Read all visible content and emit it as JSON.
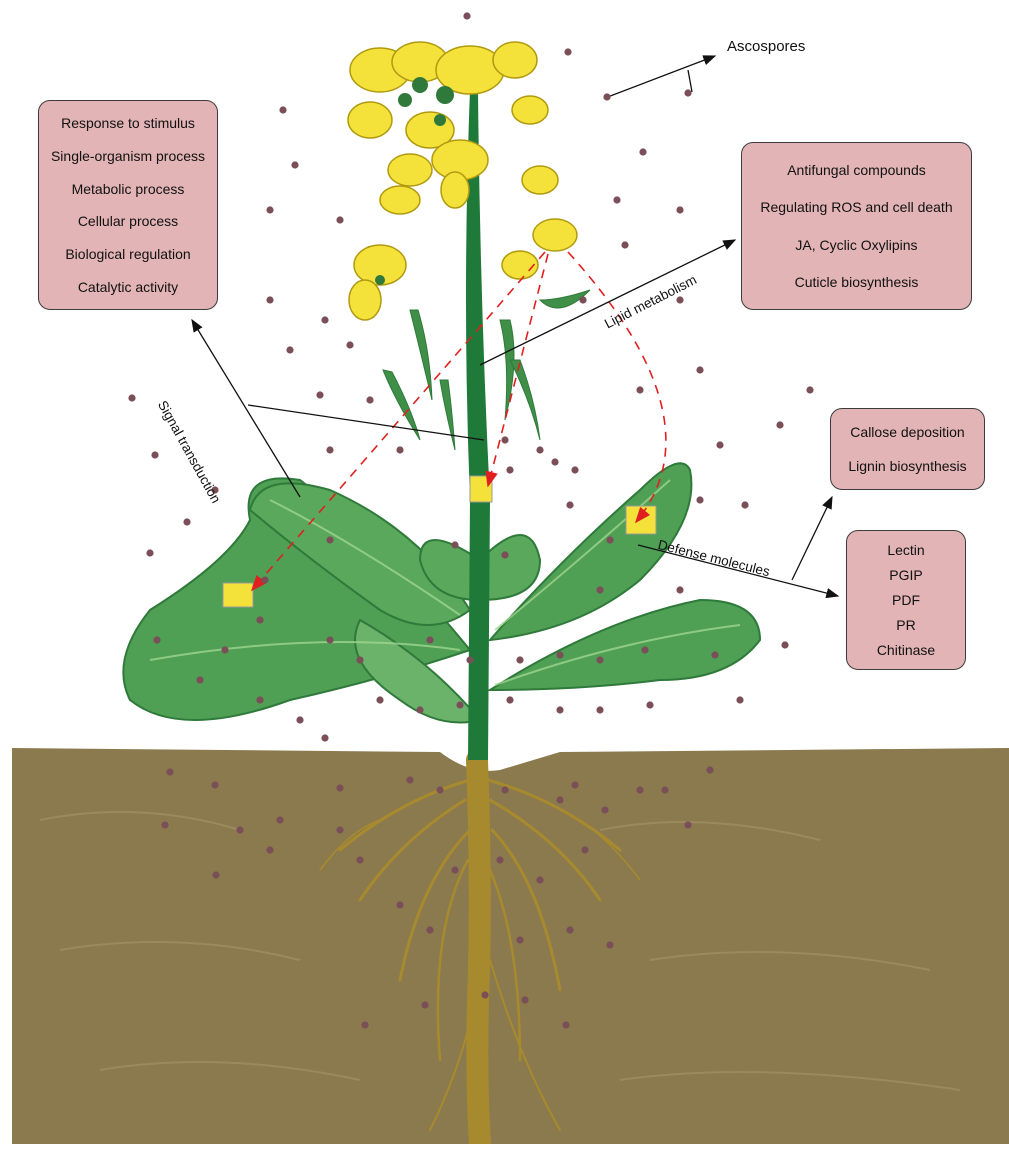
{
  "labels": {
    "ascospores": "Ascospores",
    "signal_transduction": "Signal transduction",
    "lipid_metabolism": "Lipid metabolism",
    "defense_molecules": "Defense molecules"
  },
  "boxes": {
    "go_terms": [
      "Response to stimulus",
      "Single-organism process",
      "Metabolic process",
      "Cellular process",
      "Biological regulation",
      "Catalytic activity"
    ],
    "lipid": [
      "Antifungal compounds",
      "Regulating ROS and cell death",
      "JA, Cyclic Oxylipins",
      "Cuticle biosynthesis"
    ],
    "cellwall": [
      "Callose deposition",
      "Lignin biosynthesis"
    ],
    "defense": [
      "Lectin",
      "PGIP",
      "PDF",
      "PR",
      "Chitinase"
    ]
  },
  "colors": {
    "box_fill": "#e2b4b5",
    "soil": "#8a7a4e",
    "leaf": "#4f9f55",
    "stem": "#1f7a3a",
    "flower": "#f4e23a",
    "spore": "#7a4f58",
    "root": "#a88a2e",
    "infection_arrow": "#e02020"
  }
}
